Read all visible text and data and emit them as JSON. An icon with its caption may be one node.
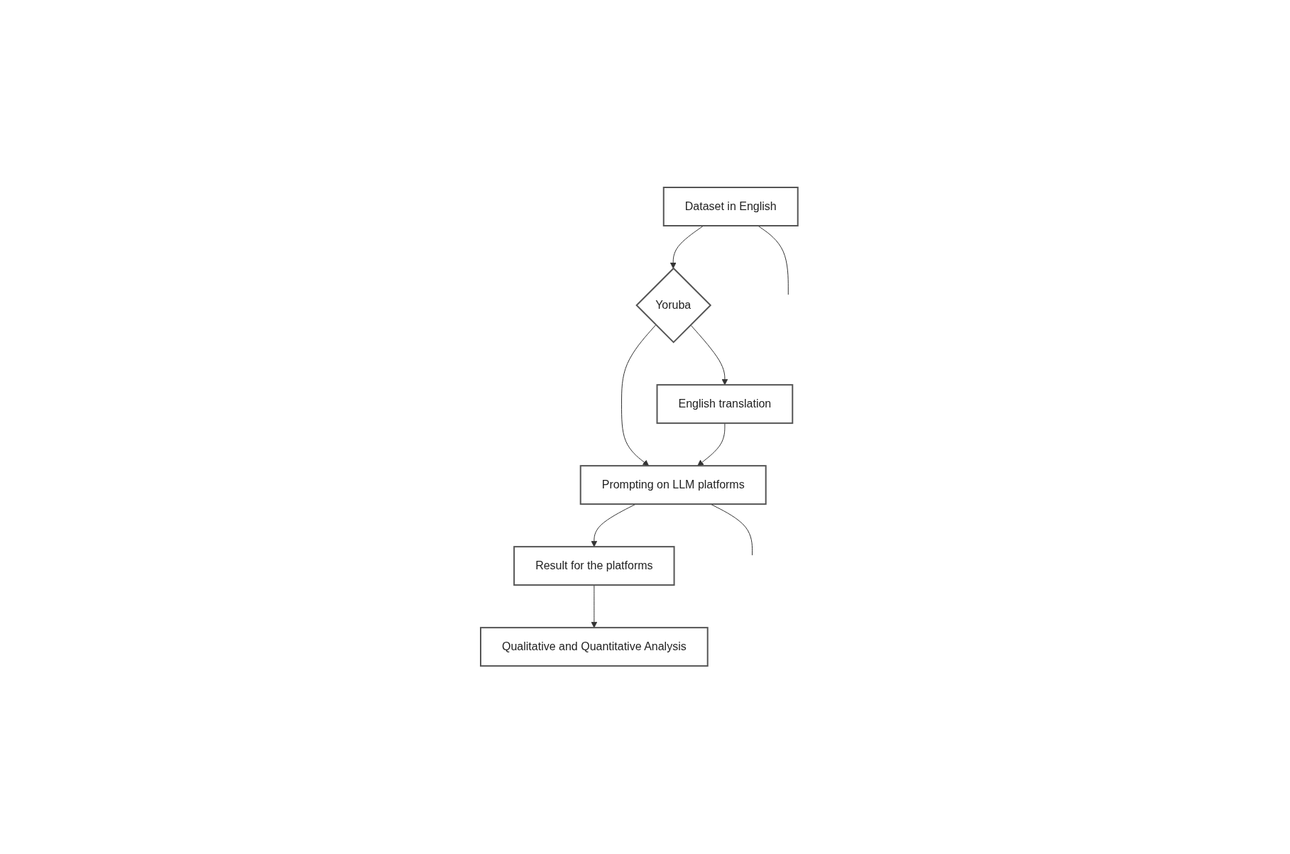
{
  "diagram": {
    "nodes": [
      {
        "text": [
          "Dataset in English"
        ]
      },
      {
        "text": [
          "Yoruba"
        ]
      },
      {
        "text": [
          "English translation"
        ]
      },
      {
        "text": [
          "Prompting on LLM platforms"
        ]
      },
      {
        "text": [
          "Result for the platforms"
        ]
      },
      {
        "text": [
          "Qualitative and Quantitative Analysis"
        ]
      }
    ],
    "edges": [
      {
        "from": 0,
        "to": 1,
        "arrow": "to"
      },
      {
        "from": 1,
        "to": 2,
        "arrow": "to"
      },
      {
        "from": 1,
        "to": 3,
        "arrow": "to"
      },
      {
        "from": 2,
        "to": 3,
        "arrow": "to"
      },
      {
        "from": 3,
        "to": 4,
        "arrow": "to"
      },
      {
        "from": 4,
        "to": 5,
        "arrow": "to"
      },
      {
        "from": 0,
        "to": null,
        "arrow": "none"
      },
      {
        "from": 3,
        "to": null,
        "arrow": "none"
      }
    ]
  }
}
